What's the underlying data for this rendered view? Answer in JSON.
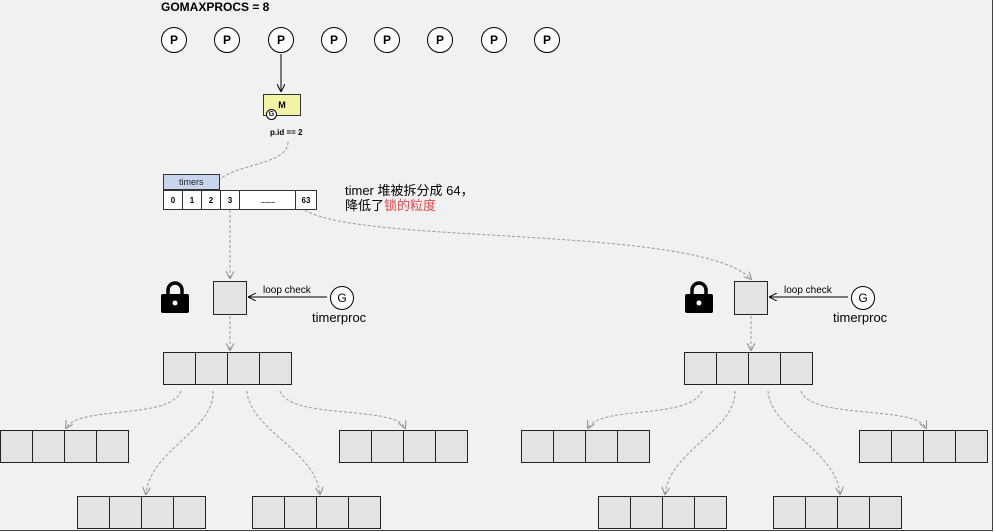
{
  "title": "GOMAXPROCS = 8",
  "processors": [
    "P",
    "P",
    "P",
    "P",
    "P",
    "P",
    "P",
    "P"
  ],
  "machine": {
    "label": "M",
    "goroutine": "G",
    "pid_label": "p.id == 2"
  },
  "timers": {
    "label": "timers",
    "cells": [
      "0",
      "1",
      "2",
      "3",
      "............",
      "63"
    ]
  },
  "note": {
    "line1": "timer 堆被拆分成 64，",
    "line2_prefix": "降低了",
    "line2_highlight": "锁的粒度"
  },
  "heaps": [
    {
      "loop_label": "loop check",
      "goroutine": "G",
      "proc_label": "timerproc",
      "lock_icon": "lock-icon"
    },
    {
      "loop_label": "loop check",
      "goroutine": "G",
      "proc_label": "timerproc",
      "lock_icon": "lock-icon"
    }
  ],
  "colors": {
    "machine_fill": "#f3f3a6",
    "timers_fill": "#c7d6ee",
    "highlight": "#e0474c",
    "node_fill": "#e3e3e3",
    "canvas": "#f1f1f1"
  }
}
